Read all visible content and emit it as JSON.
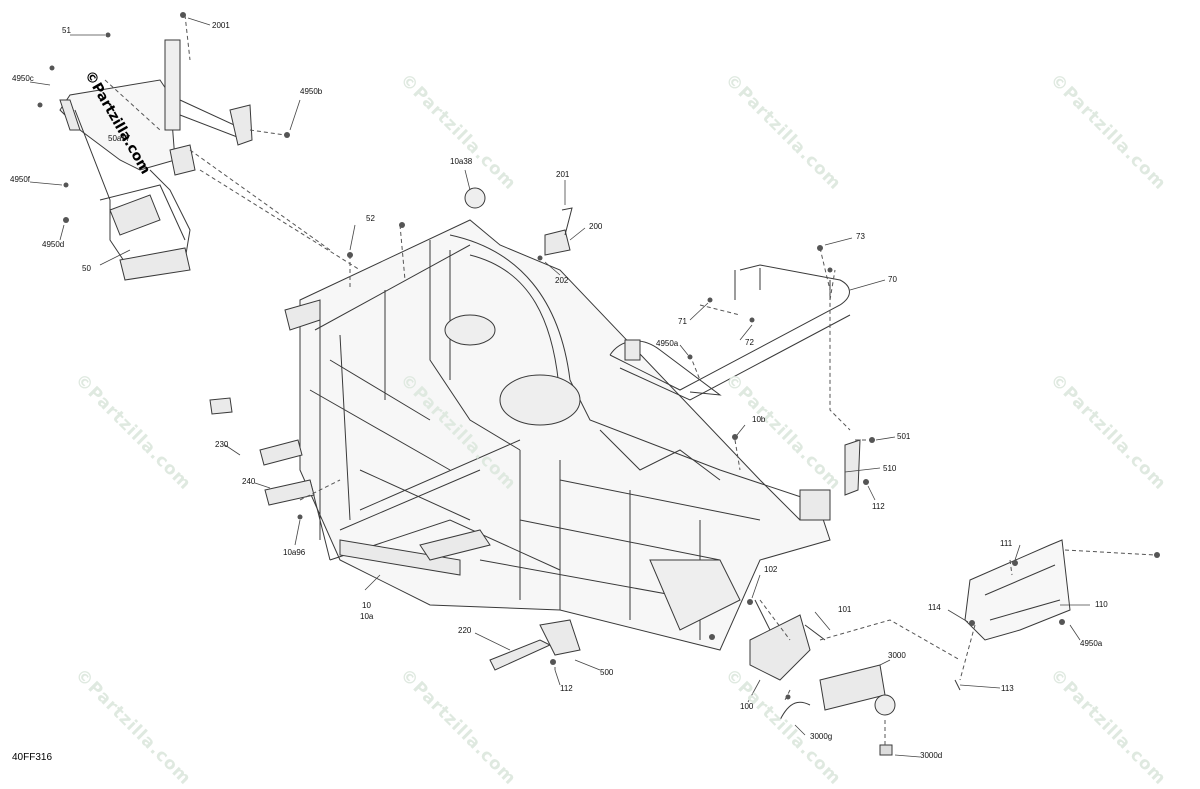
{
  "watermark": "©Partzilla.com",
  "diagram_code": "40FF316",
  "callouts": {
    "c2001": "2001",
    "c51": "51",
    "c4950c": "4950c",
    "c4950b": "4950b",
    "c50a17": "50a17",
    "c4950f": "4950f",
    "c4950d": "4950d",
    "c50": "50",
    "c10a38": "10a38",
    "c52": "52",
    "c201": "201",
    "c200": "200",
    "c202": "202",
    "c73": "73",
    "c70": "70",
    "c71": "71",
    "c72": "72",
    "c4950a_top": "4950a",
    "c10b": "10b",
    "c501": "501",
    "c510": "510",
    "c112_right": "112",
    "c230": "230",
    "c240": "240",
    "c10a96": "10a96",
    "c10": "10",
    "c10a": "10a",
    "c111": "111",
    "c110": "110",
    "c114": "114",
    "c4950a_bottom": "4950a",
    "c102": "102",
    "c101": "101",
    "c220": "220",
    "c500": "500",
    "c112_bottom": "112",
    "c3000": "3000",
    "c113": "113",
    "c100": "100",
    "c3000g": "3000g",
    "c3000d": "3000d"
  },
  "colors": {
    "line": "#3a3a3a",
    "fill": "#f4f4f4",
    "watermark": "#dfe9e0"
  }
}
